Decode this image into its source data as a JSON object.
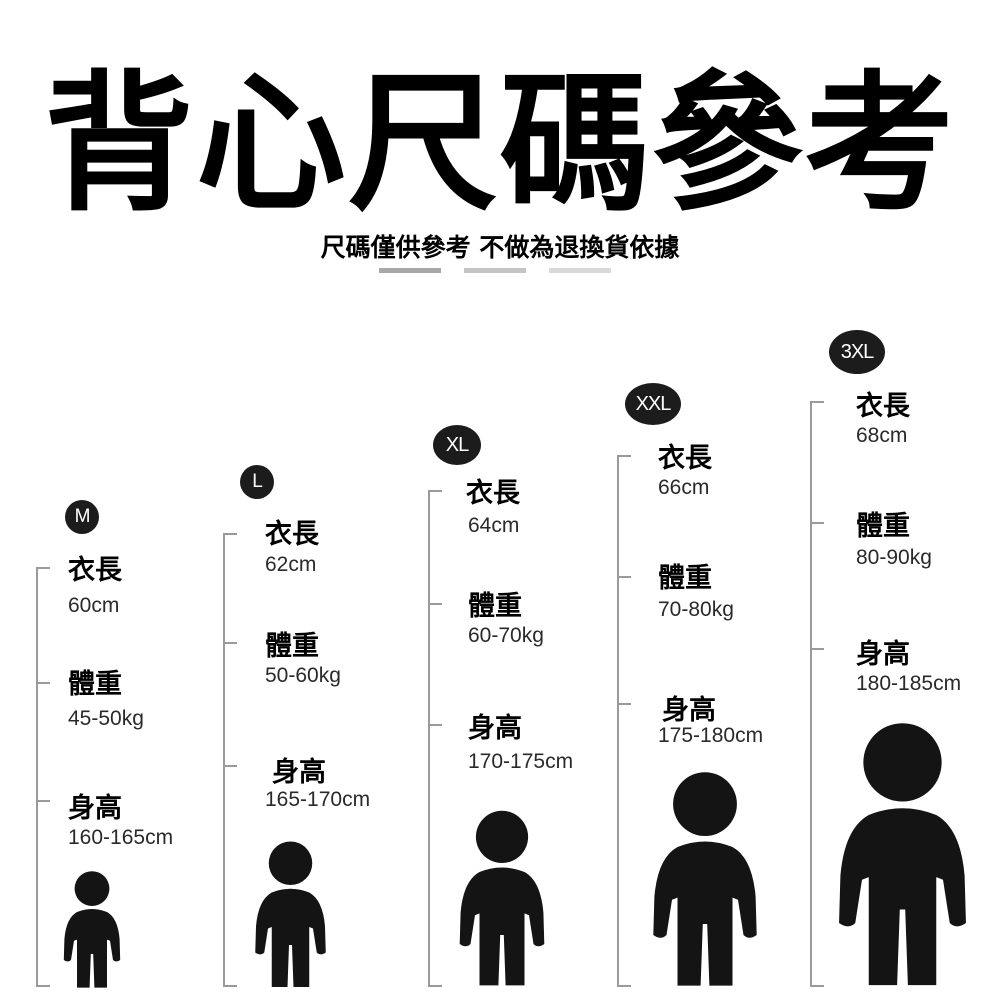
{
  "title": "背心尺碼參考",
  "subtitle": "尺碼僅供參考 不做為退換貨依據",
  "decor_colors": [
    "#a8a8a8",
    "#c4c4c4",
    "#d8d8d8"
  ],
  "sizes": [
    {
      "size": "M",
      "length_label": "衣長",
      "length": "60cm",
      "weight_label": "體重",
      "weight": "45-50kg",
      "height_label": "身高",
      "height": "160-165cm"
    },
    {
      "size": "L",
      "length_label": "衣長",
      "length": "62cm",
      "weight_label": "體重",
      "weight": "50-60kg",
      "height_label": "身高",
      "height": "165-170cm"
    },
    {
      "size": "XL",
      "length_label": "衣長",
      "length": "64cm",
      "weight_label": "體重",
      "weight": "60-70kg",
      "height_label": "身高",
      "height": "170-175cm"
    },
    {
      "size": "XXL",
      "length_label": "衣長",
      "length": "66cm",
      "weight_label": "體重",
      "weight": "70-80kg",
      "height_label": "身高",
      "height": "175-180cm"
    },
    {
      "size": "3XL",
      "length_label": "衣長",
      "length": "68cm",
      "weight_label": "體重",
      "weight": "80-90kg",
      "height_label": "身高",
      "height": "180-185cm"
    }
  ],
  "figure_icon": "person-silhouette-icon",
  "figure_color": "#141414"
}
